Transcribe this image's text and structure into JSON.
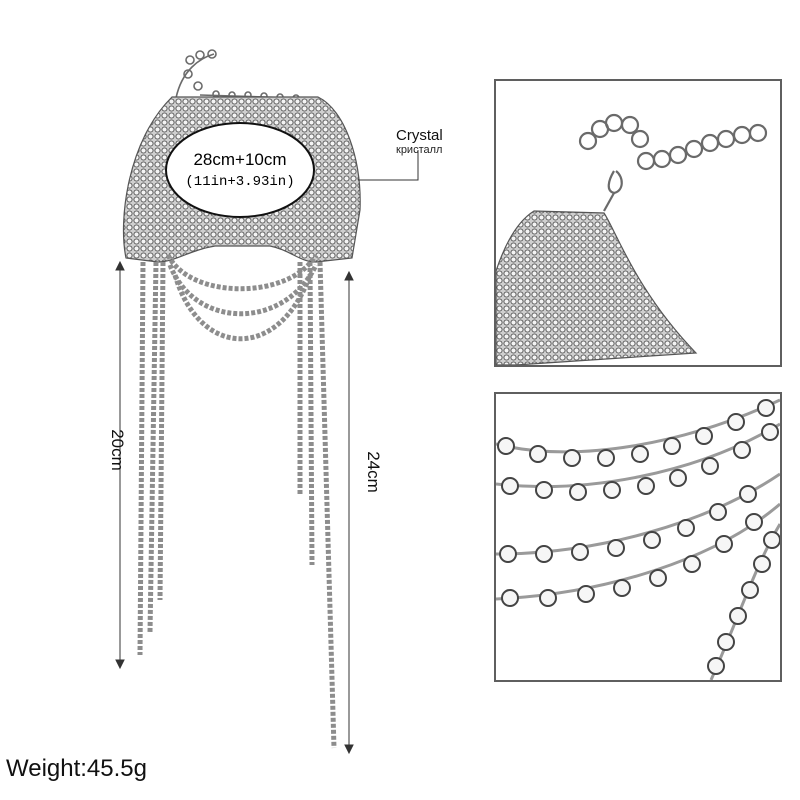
{
  "labels": {
    "size_cm": "28cm+10cm",
    "size_in": "(11in+3.93in)",
    "material_en": "Crystal",
    "material_ru": "кристалл",
    "length_left": "20cm",
    "length_right": "24cm",
    "weight": "Weight:45.5g"
  },
  "colors": {
    "metal": "#9a9a9a",
    "metal_dark": "#555555",
    "frame": "#5f5f5f",
    "background": "#ffffff"
  }
}
